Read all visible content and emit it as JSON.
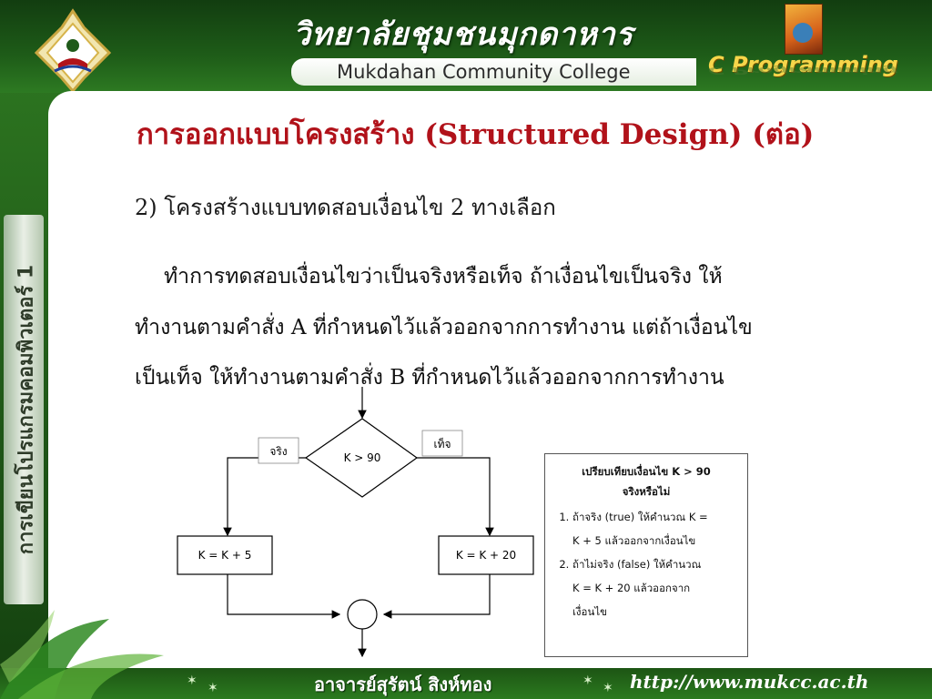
{
  "header": {
    "college_thai": "วิทยาลัยชุมชนมุกดาหาร",
    "college_en": "Mukdahan Community College",
    "course": "C Programming",
    "logo": "college-emblem-logo",
    "book_icon": "book-cover-icon"
  },
  "sidebar": {
    "label": "การเขียนโปรแกรมคอมพิวเตอร์ 1"
  },
  "slide": {
    "title": "การออกแบบโครงสร้าง (Structured Design) (ต่อ)",
    "subheading": "2) โครงสร้างแบบทดสอบเงื่อนไข 2 ทางเลือก",
    "paragraph_lines": [
      "ทำการทดสอบเงื่อนไขว่าเป็นจริงหรือเท็จ ถ้าเงื่อนไขเป็นจริง ให้",
      "ทำงานตามคำสั่ง A ที่กำหนดไว้แล้วออกจากการทำงาน แต่ถ้าเงื่อนไข",
      "เป็นเท็จ ให้ทำงานตามคำสั่ง B ที่กำหนดไว้แล้วออกจากการทำงาน"
    ]
  },
  "flowchart": {
    "condition": "K > 90",
    "true_label": "จริง",
    "false_label": "เท็จ",
    "true_action": "K = K + 5",
    "false_action": "K = K + 20"
  },
  "compare_box": {
    "title_line1": "เปรียบเทียบเงื่อนไข  K > 90",
    "title_line2": "จริงหรือไม่",
    "item1_line1": "ถ้าจริง (true) ให้คำนวณ K =",
    "item1_line2": "K + 5 แล้วออกจากเงื่อนไข",
    "item2_line1": "ถ้าไม่จริง (false) ให้คำนวณ",
    "item2_line2": "K  =  K  +  20  แล้วออกจาก",
    "item2_line3": "เงื่อนไข"
  },
  "footer": {
    "instructor": "อาจารย์สุรัตน์  สิงห์ทอง",
    "url": "http://www.mukcc.ac.th"
  },
  "colors": {
    "frame_green": "#2b7a1f",
    "title_red": "#b1121a",
    "course_yellow": "#f7d64a"
  }
}
